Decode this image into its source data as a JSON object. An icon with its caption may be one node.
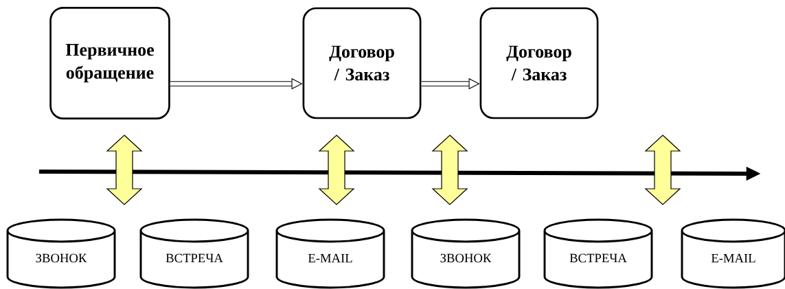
{
  "diagram": {
    "nodes": [
      {
        "text": [
          "Первичное обращение"
        ]
      },
      {
        "text": [
          "Договор / Заказ"
        ]
      },
      {
        "text": [
          "Договор / Заказ"
        ]
      },
      {
        "text": [
          "ЗВОНОК"
        ]
      },
      {
        "text": [
          "ВСТРЕЧА"
        ]
      },
      {
        "text": [
          "E-MAIL"
        ]
      },
      {
        "text": [
          "ЗВОНОК"
        ]
      },
      {
        "text": [
          "ВСТРЕЧА"
        ]
      },
      {
        "text": [
          "E-MAIL"
        ]
      }
    ],
    "edges": [
      {
        "from": 0,
        "to": 1,
        "arrow": "to"
      },
      {
        "from": 1,
        "to": 2,
        "arrow": "to"
      },
      {
        "from": 0,
        "to": 3,
        "arrow": "both"
      },
      {
        "from": 1,
        "to": 5,
        "arrow": "both"
      }
    ]
  }
}
